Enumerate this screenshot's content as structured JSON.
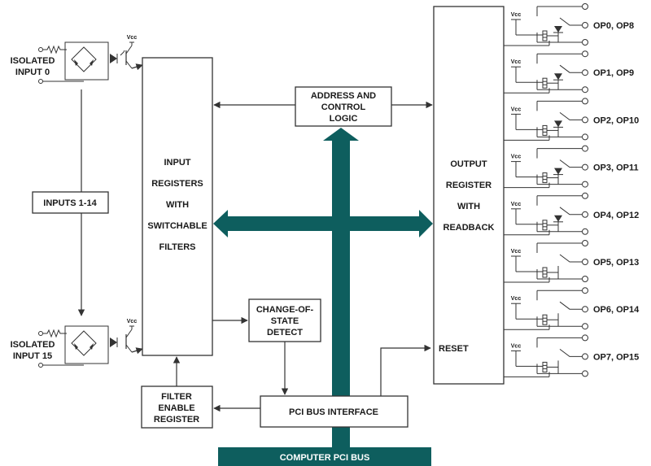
{
  "colors": {
    "bus": "#0e5e5e",
    "line": "#333333",
    "bus_text": "#ffffff"
  },
  "inputs": {
    "top_line1": "ISOLATED",
    "top_line2": "INPUT 0",
    "middle": "INPUTS 1-14",
    "bottom_line1": "ISOLATED",
    "bottom_line2": "INPUT 15",
    "vcc": "Vcc"
  },
  "input_registers": {
    "lines": [
      "INPUT",
      "REGISTERS",
      "WITH",
      "SWITCHABLE",
      "FILTERS"
    ]
  },
  "address_logic": {
    "lines": [
      "ADDRESS AND",
      "CONTROL",
      "LOGIC"
    ]
  },
  "cos_detect": {
    "lines": [
      "CHANGE-OF-",
      "STATE",
      "DETECT"
    ]
  },
  "filter_enable": {
    "lines": [
      "FILTER",
      "ENABLE",
      "REGISTER"
    ]
  },
  "pci_interface": {
    "label": "PCI BUS INTERFACE"
  },
  "pci_bus": {
    "label": "COMPUTER PCI BUS"
  },
  "output_register": {
    "lines": [
      "OUTPUT",
      "REGISTER",
      "WITH",
      "READBACK"
    ],
    "reset": "RESET"
  },
  "outputs": {
    "vcc": "Vcc",
    "labels": [
      "OP0, OP8",
      "OP1, OP9",
      "OP2, OP10",
      "OP3, OP11",
      "OP4, OP12",
      "OP5, OP13",
      "OP6, OP14",
      "OP7, OP15"
    ]
  }
}
